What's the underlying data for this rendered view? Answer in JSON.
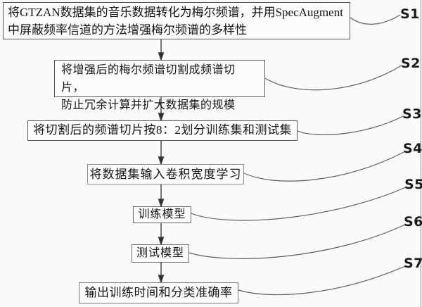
{
  "figure": {
    "type": "flowchart",
    "background_color": "#fafaf8",
    "ink_color": "#3f3f3f",
    "leader_line_color": "#5f5f5f",
    "steps": [
      {
        "id": "S1",
        "text": "将GTZAN数据集的音乐数据转化为梅尔频谱，并用SpecAugment\n中屏蔽频率信道的方法增强梅尔频谱的多样性"
      },
      {
        "id": "S2",
        "text": "将增强后的梅尔频谱切割成频谱切片，\n防止冗余计算并扩大数据集的规模"
      },
      {
        "id": "S3",
        "text": "将切割后的频谱切片按8：2划分训练集和测试集"
      },
      {
        "id": "S4",
        "text": "将数据集输入卷积宽度学习"
      },
      {
        "id": "S5",
        "text": "训练模型"
      },
      {
        "id": "S6",
        "text": "测试模型"
      },
      {
        "id": "S7",
        "text": "输出训练时间和分类准确率"
      }
    ]
  }
}
